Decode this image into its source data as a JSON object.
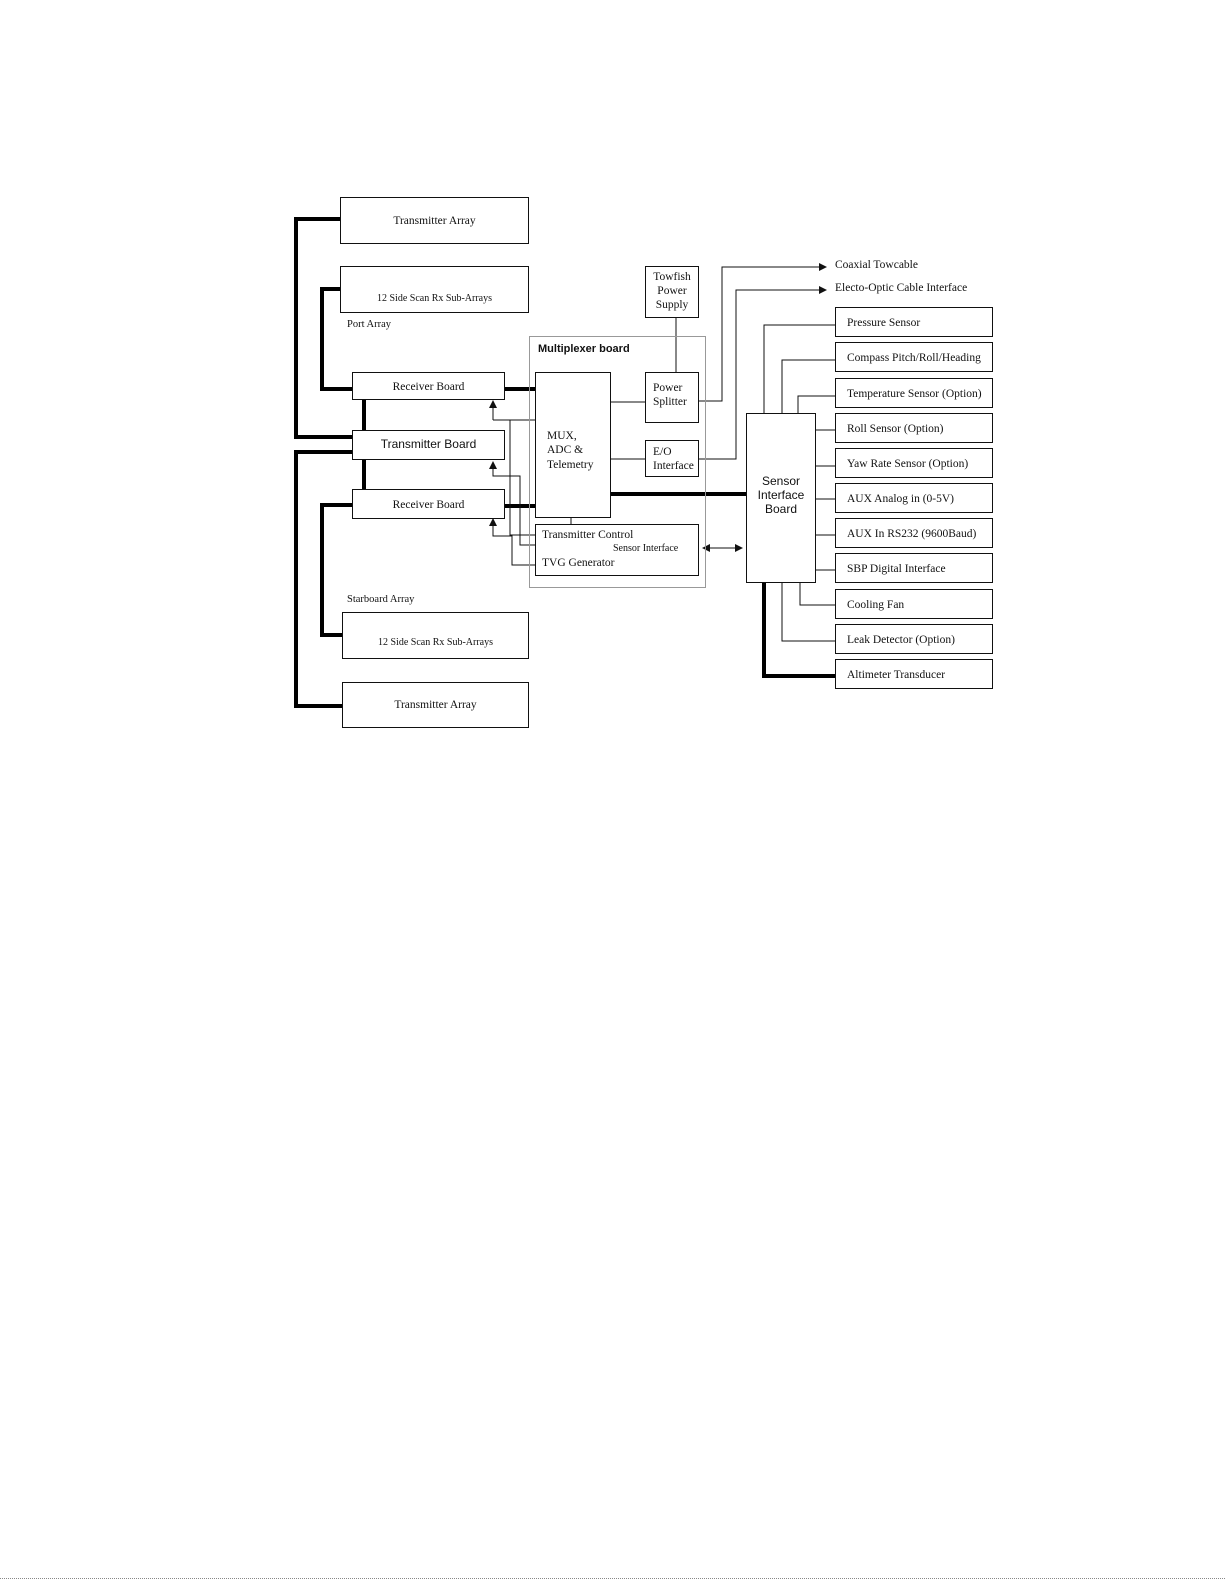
{
  "diagram": {
    "port_transmitter_array": "Transmitter Array",
    "port_subarrays": "12 Side Scan Rx Sub-Arrays",
    "port_array_label": "Port Array",
    "receiver_board_top": "Receiver Board",
    "transmitter_board": "Transmitter Board",
    "receiver_board_bottom": "Receiver Board",
    "starboard_array_label": "Starboard Array",
    "starboard_subarrays": "12 Side Scan Rx Sub-Arrays",
    "starboard_transmitter_array": "Transmitter Array",
    "multiplexer_board": "Multiplexer board",
    "mux": [
      "MUX,",
      "ADC &",
      "Telemetry"
    ],
    "towfish_power_supply": [
      "Towfish",
      "Power",
      "Supply"
    ],
    "power_splitter": [
      "Power",
      "Splitter"
    ],
    "eo_interface": [
      "E/O",
      "Interface"
    ],
    "transmitter_control": "Transmitter Control",
    "sensor_interface": "Sensor Interface",
    "tvg_generator": "TVG Generator",
    "sensor_interface_board": [
      "Sensor",
      "Interface",
      "Board"
    ],
    "coaxial_towcable": "Coaxial Towcable",
    "electo_optic": "Electo-Optic Cable Interface",
    "sensors": [
      "Pressure Sensor",
      "Compass Pitch/Roll/Heading",
      "Temperature Sensor (Option)",
      "Roll Sensor (Option)",
      "Yaw Rate Sensor (Option)",
      "AUX Analog in (0-5V)",
      "AUX In RS232 (9600Baud)",
      "SBP Digital Interface",
      "Cooling Fan",
      "Leak Detector (Option)",
      "Altimeter Transducer"
    ]
  }
}
